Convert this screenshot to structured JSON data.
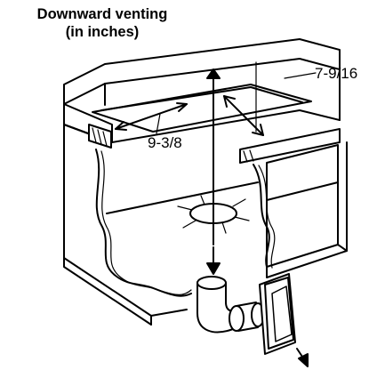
{
  "title": {
    "line1": "Downward venting",
    "line2": "(in inches)"
  },
  "dimensions": {
    "depth_label": "7-9/16",
    "width_label": "9-3/8"
  },
  "colors": {
    "line": "#000000",
    "background": "#ffffff"
  }
}
